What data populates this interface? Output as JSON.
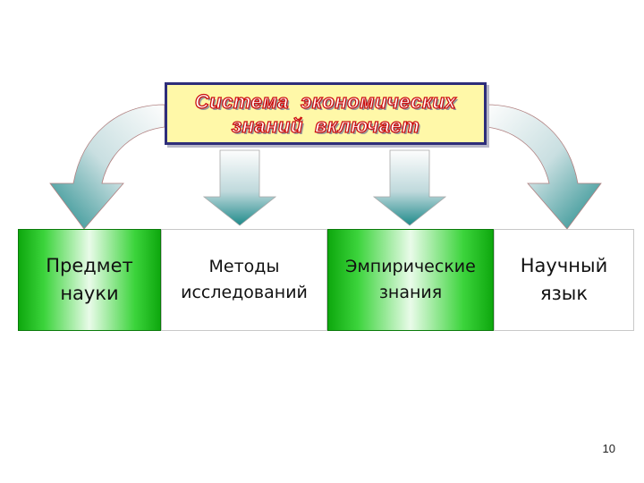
{
  "title": {
    "line1": "Система  экономических",
    "line2": "знаний  включает"
  },
  "items": [
    {
      "label": "Предмет\nнауки"
    },
    {
      "label": "Методы\nисследований"
    },
    {
      "label": "Эмпирические\nзнания"
    },
    {
      "label": "Научный\nязык"
    }
  ],
  "page_number": "10",
  "colors": {
    "title_fill": "#fff8a8",
    "title_border": "#2e2e7a",
    "title_text": "#ffffff",
    "title_outline": "#cc1010",
    "green_box": "#0ea80e",
    "arrow_light": "#fdfdfd",
    "arrow_dark": "#1f8a8a"
  }
}
